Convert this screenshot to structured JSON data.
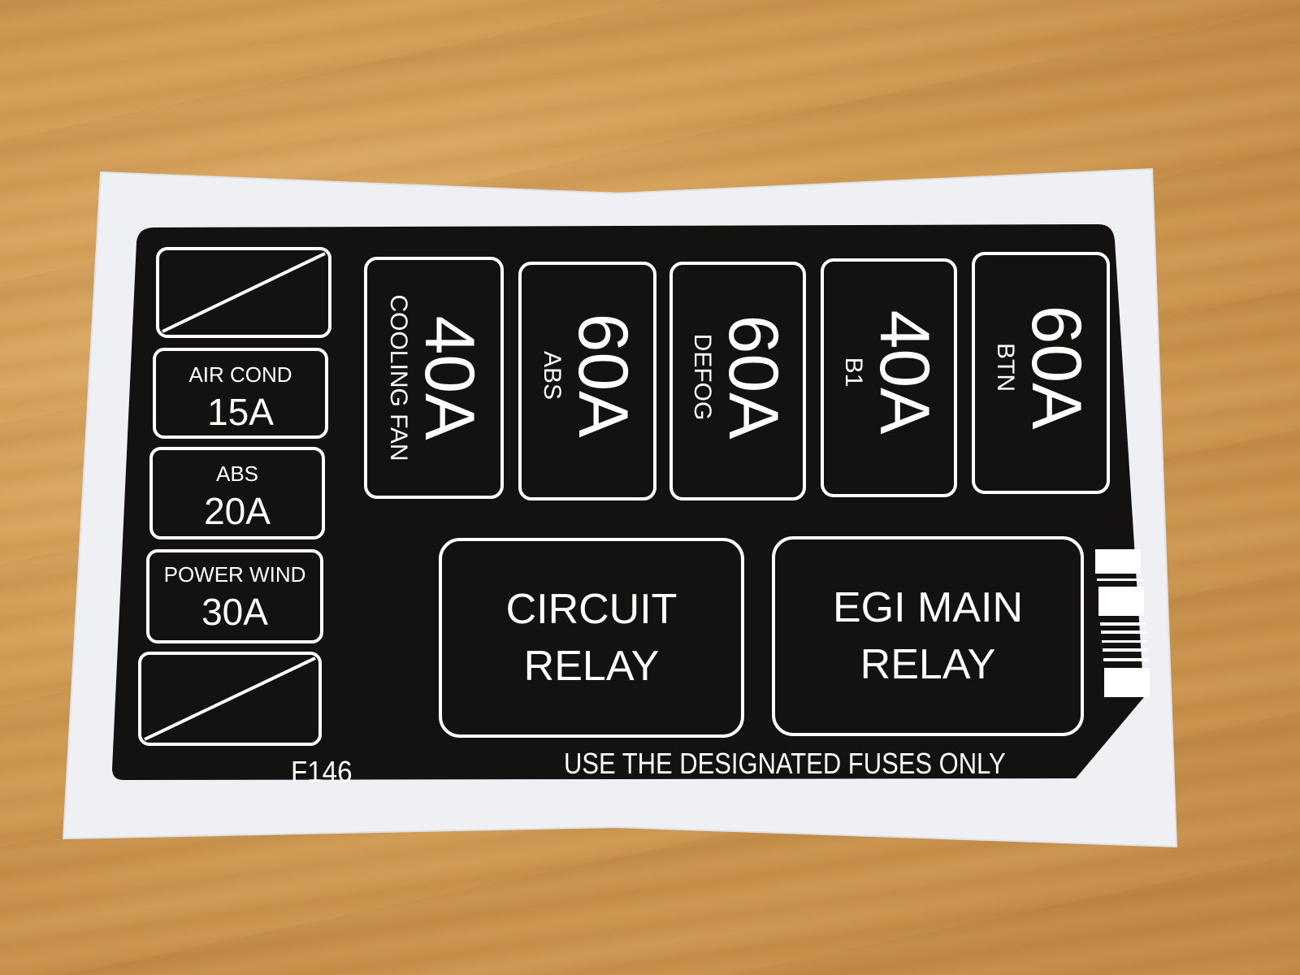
{
  "label": {
    "small_fuses": [
      {
        "name": "AIR COND",
        "amps": "15A"
      },
      {
        "name": "ABS",
        "amps": "20A"
      },
      {
        "name": "POWER WIND",
        "amps": "30A"
      }
    ],
    "large_fuses": [
      {
        "name": "COOLING FAN",
        "amps": "40A"
      },
      {
        "name": "ABS",
        "amps": "60A"
      },
      {
        "name": "DEFOG",
        "amps": "60A"
      },
      {
        "name": "B1",
        "amps": "40A"
      },
      {
        "name": "BTN",
        "amps": "60A"
      }
    ],
    "relays": [
      {
        "line1": "CIRCUIT",
        "line2": "RELAY"
      },
      {
        "line1": "EGI MAIN",
        "line2": "RELAY"
      }
    ],
    "part_code": "F146",
    "notice": "USE THE DESIGNATED FUSES ONLY"
  },
  "colors": {
    "label_black": "#141210",
    "line_white": "#ffffff",
    "backing_paper": "#f1f2f4",
    "wood": "#cf9a52"
  }
}
